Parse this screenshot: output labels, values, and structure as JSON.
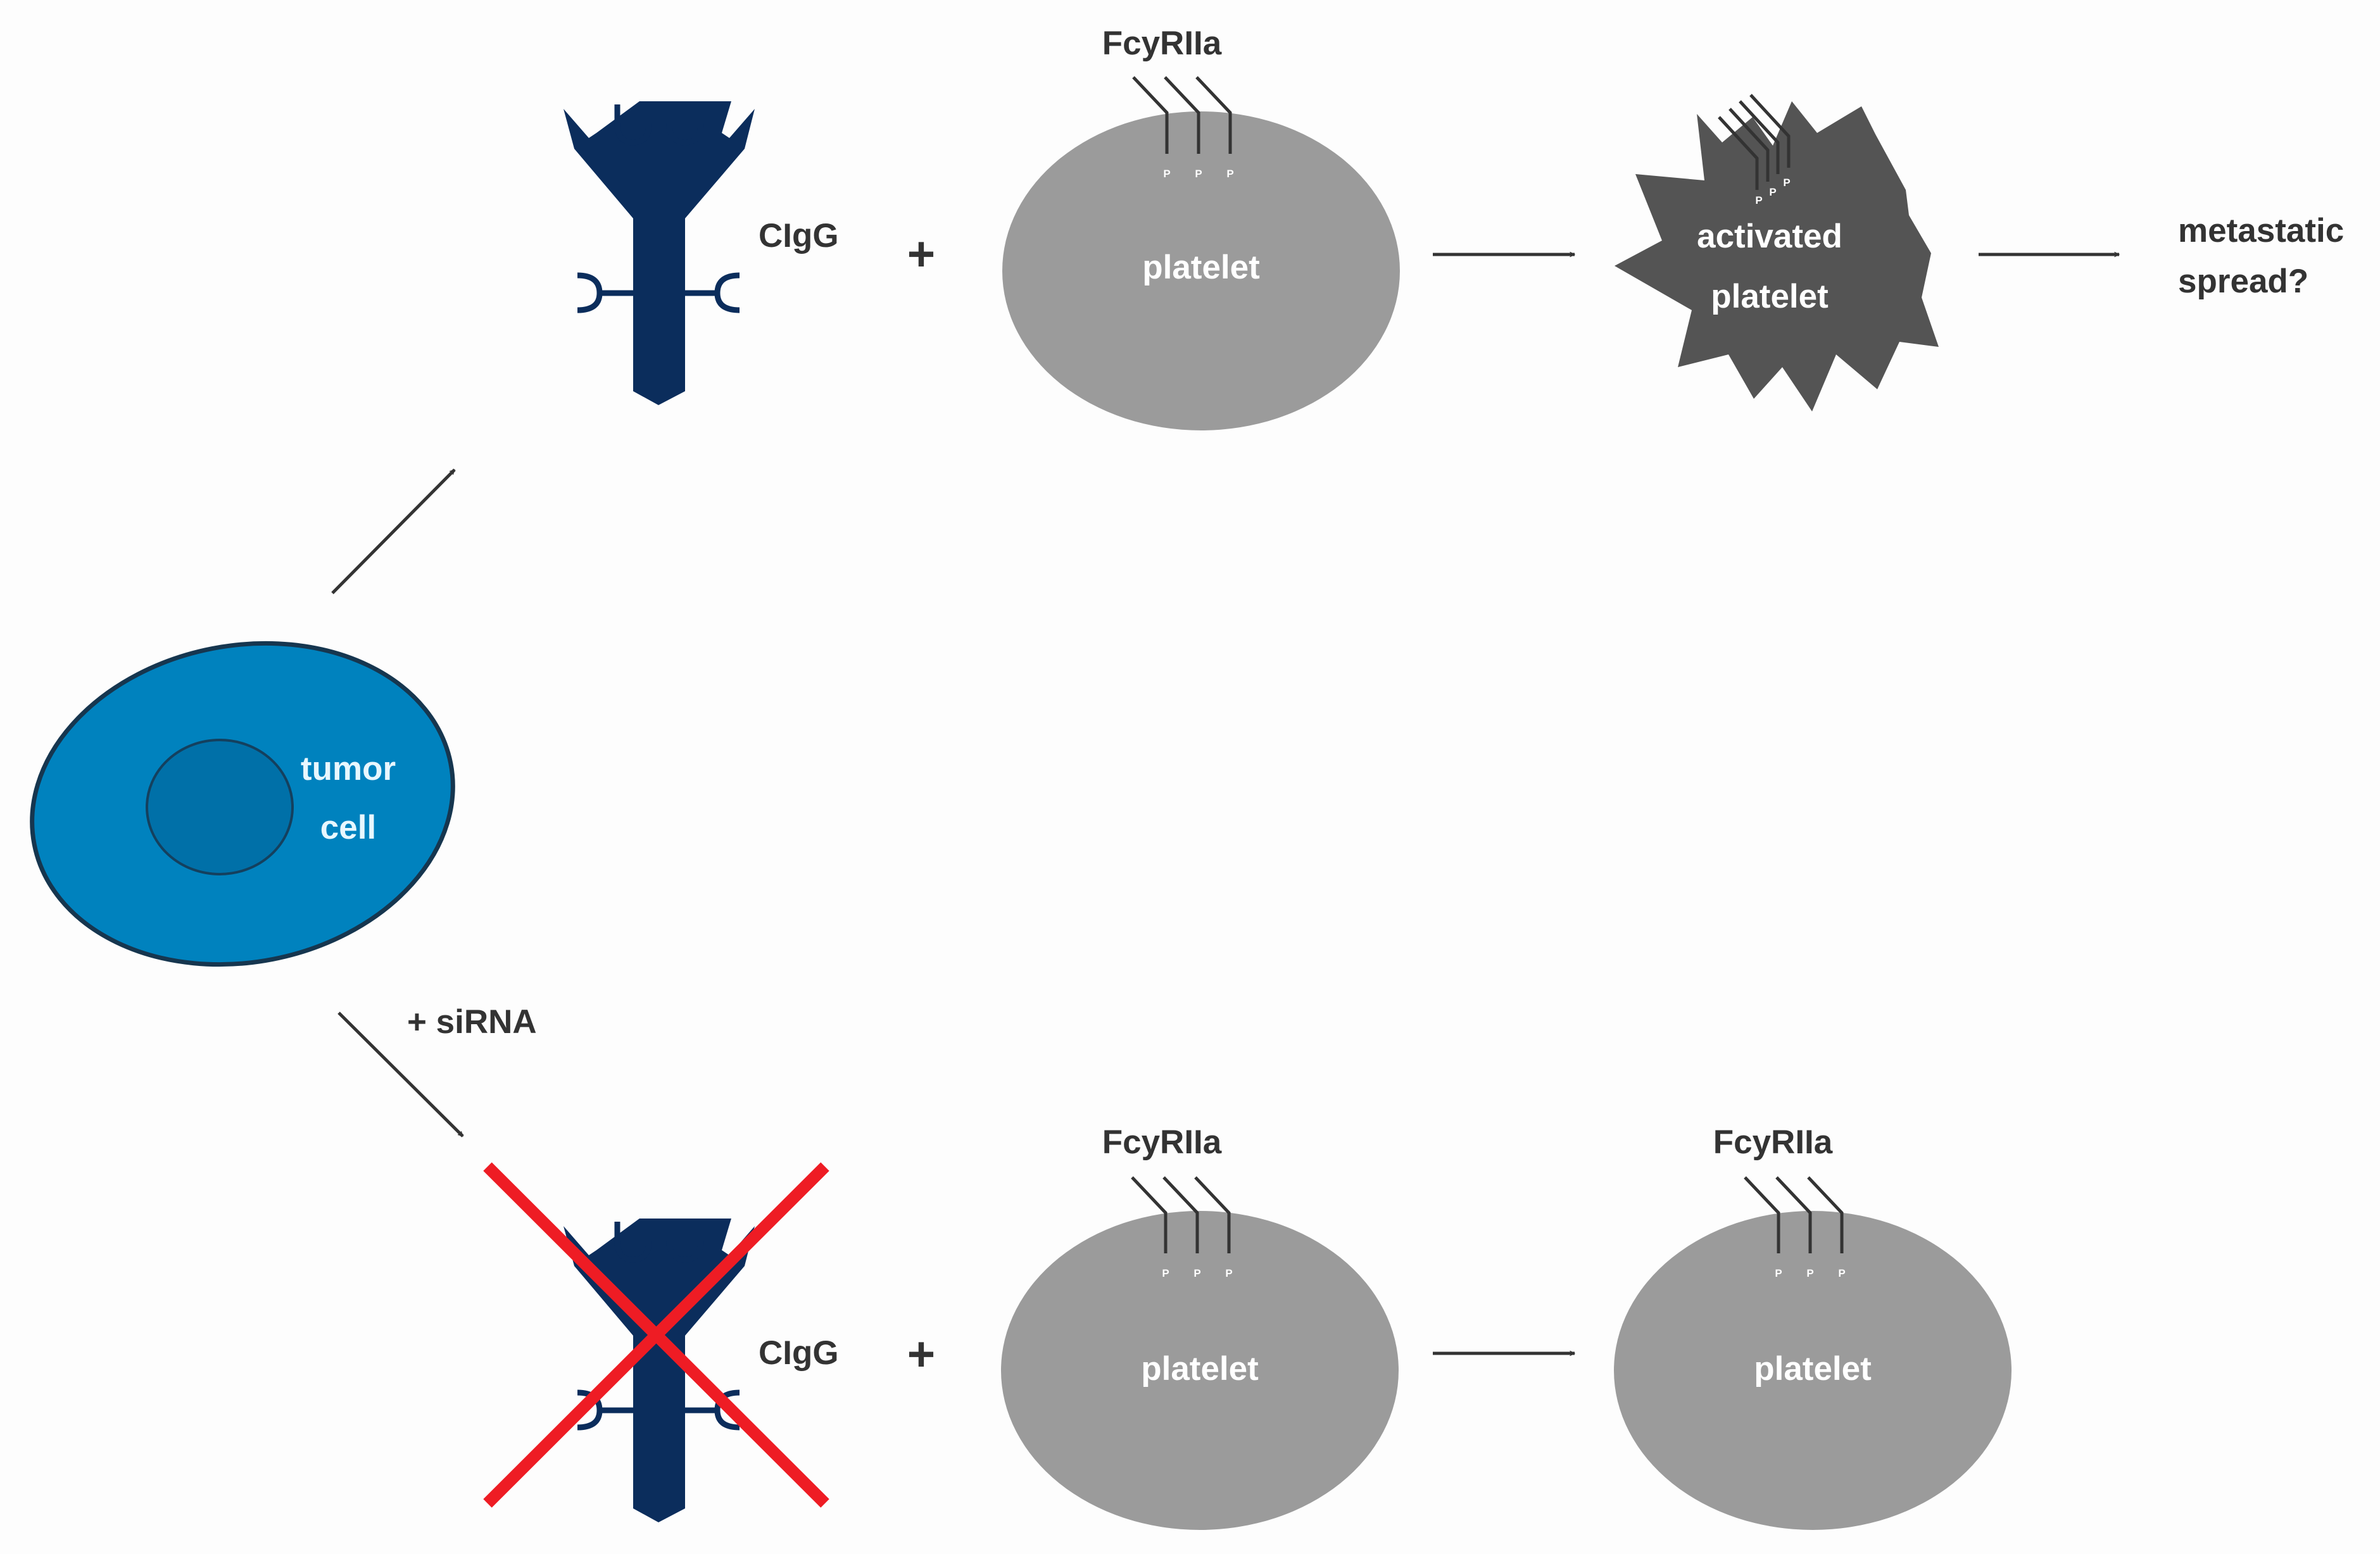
{
  "labels": {
    "fcyriia_top": "FcyRIIa",
    "fcyriia_bottom_1": "FcyRIIa",
    "fcyriia_bottom_2": "FcyRIIa",
    "cigg_top": "CIgG",
    "cigg_bottom": "CIgG",
    "plus_top": "+",
    "plus_bottom": "+",
    "platelet_top": "platelet",
    "platelet_bottom_1": "platelet",
    "platelet_bottom_2": "platelet",
    "activated_line1": "activated",
    "activated_line2": "platelet",
    "metastatic_line1": "metastatic",
    "metastatic_line2": "spread?",
    "tumor_line1": "tumor",
    "tumor_line2": "cell",
    "sirna": "+ siRNA",
    "phospho": "P"
  },
  "colors": {
    "tumor_cell": "#0082be",
    "tumor_nucleus": "#0070a8",
    "tumor_outline": "#16364f",
    "antibody": "#0b2d5c",
    "platelet": "#9b9b9b",
    "activated_platelet": "#545454",
    "receptor": "#333333",
    "arrow": "#333333",
    "cross": "#ee1c24"
  },
  "icons": {
    "antibody": "igg-antibody-icon",
    "cross": "red-x-icon"
  }
}
